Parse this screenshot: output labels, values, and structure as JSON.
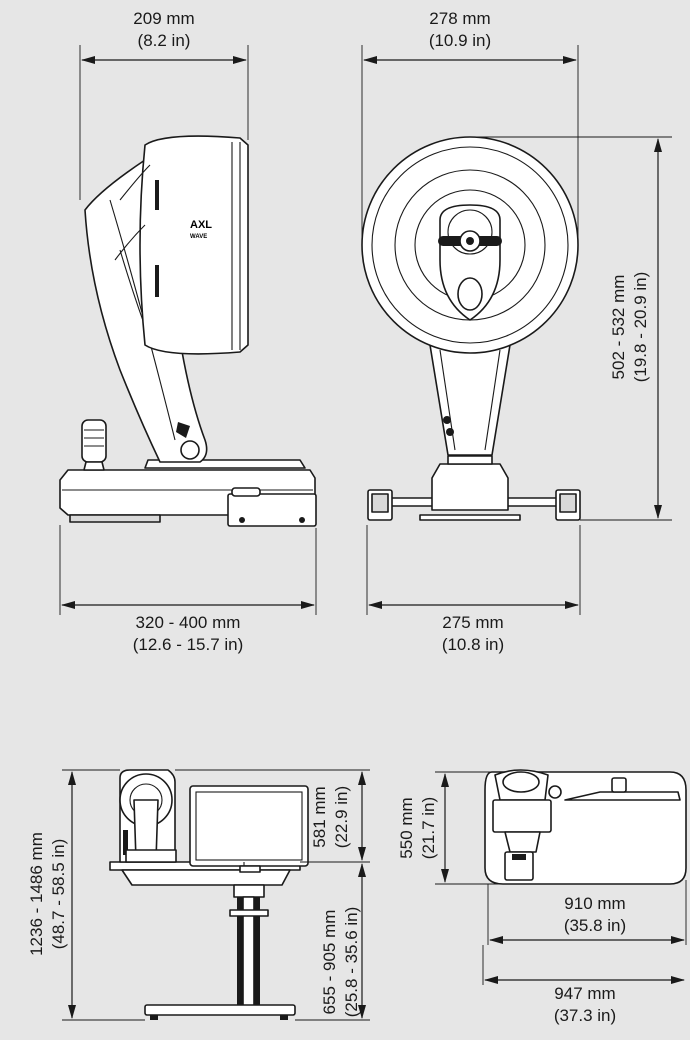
{
  "dimensions": {
    "side_width": {
      "line1": "209 mm",
      "line2": "(8.2 in)"
    },
    "front_width": {
      "line1": "278 mm",
      "line2": "(10.9 in)"
    },
    "front_height": {
      "line1": "502 - 532 mm",
      "line2": "(19.8 - 20.9 in)"
    },
    "side_depth": {
      "line1": "320 - 400 mm",
      "line2": "(12.6 - 15.7 in)"
    },
    "front_base": {
      "line1": "275 mm",
      "line2": "(10.8 in)"
    },
    "table_total_height": {
      "line1": "1236 - 1486 mm",
      "line2": "(48.7 - 58.5 in)"
    },
    "screen_height": {
      "line1": "581 mm",
      "line2": "(22.9 in)"
    },
    "table_height": {
      "line1": "655 - 905 mm",
      "line2": "(25.8 - 35.6 in)"
    },
    "top_depth": {
      "line1": "550 mm",
      "line2": "(21.7 in)"
    },
    "top_width_inner": {
      "line1": "910 mm",
      "line2": "(35.8 in)"
    },
    "top_width_outer": {
      "line1": "947 mm",
      "line2": "(37.3 in)"
    }
  },
  "device_logo": {
    "line1": "AXL",
    "line2": "WAVE"
  }
}
